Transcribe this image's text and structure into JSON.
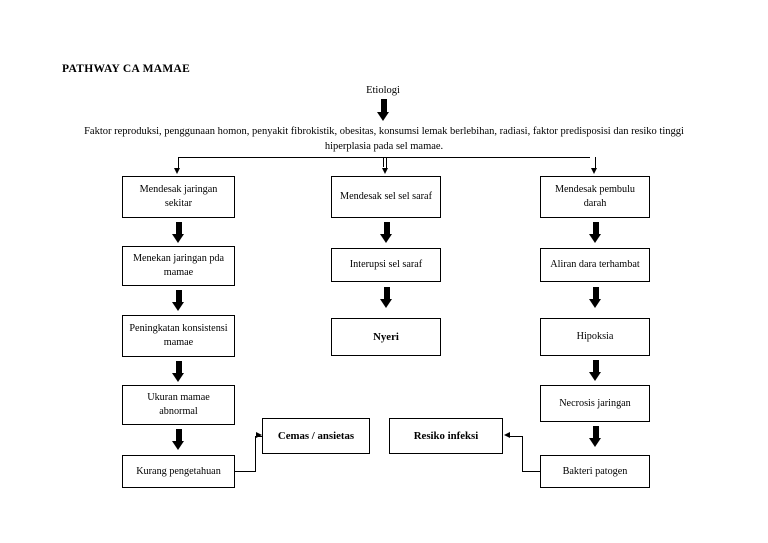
{
  "title": "PATHWAY CA MAMAE",
  "intro": {
    "etiologi_label": "Etiologi",
    "etiologi_text": "Faktor reproduksi, penggunaan homon, penyakit fibrokistik, obesitas, konsumsi lemak berlebihan, radiasi, faktor predisposisi dan resiko tinggi hiperplasia pada sel mamae."
  },
  "columns": {
    "left": [
      "Mendesak jaringan sekitar",
      "Menekan jaringan pda mamae",
      "Peningkatan konsistensi mamae",
      "Ukuran mamae abnormal",
      "Kurang pengetahuan"
    ],
    "center": [
      "Mendesak sel sel saraf",
      "Interupsi sel saraf",
      "Nyeri"
    ],
    "right": [
      "Mendesak pembulu darah",
      "Aliran dara terhambat",
      "Hipoksia",
      "Necrosis jaringan",
      "Bakteri patogen"
    ]
  },
  "outcomes": {
    "anxiety": "Cemas / ansietas",
    "infection": "Resiko infeksi"
  },
  "colors": {
    "stroke": "#000000",
    "background": "#ffffff",
    "text": "#000000"
  }
}
